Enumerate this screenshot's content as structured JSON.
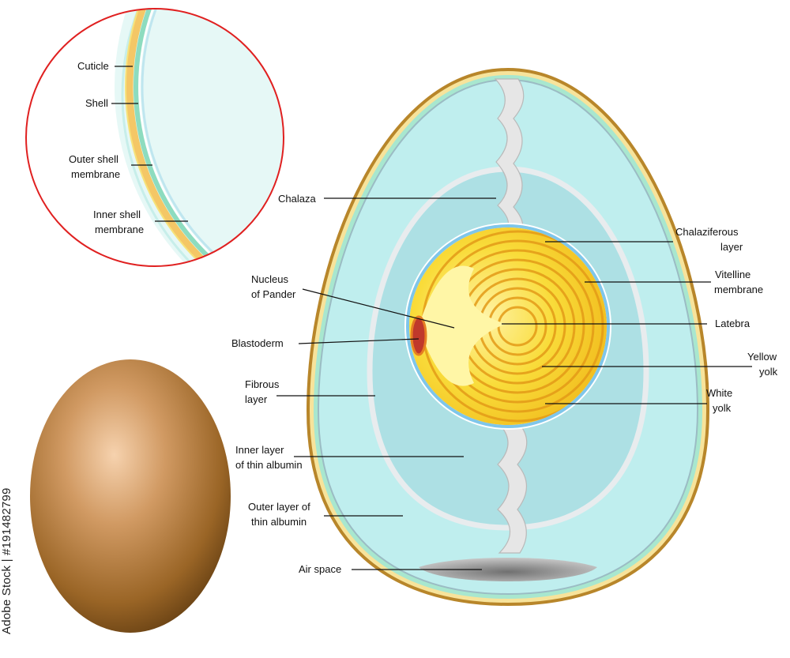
{
  "labels": {
    "cuticle": "Cuticle",
    "shell": "Shell",
    "outer_shell_membrane": [
      "Outer shell",
      "membrane"
    ],
    "inner_shell_membrane": [
      "Inner shell",
      "membrane"
    ],
    "chalaza": "Chalaza",
    "chalaziferous_layer": [
      "Chalaziferous",
      "layer"
    ],
    "vitelline_membrane": [
      "Vitelline",
      "membrane"
    ],
    "nucleus_of_pander": [
      "Nucleus",
      "of Pander"
    ],
    "latebra": "Latebra",
    "blastoderm": "Blastoderm",
    "yellow_yolk": [
      "Yellow",
      "yolk"
    ],
    "fibrous_layer": [
      "Fibrous",
      "layer"
    ],
    "white_yolk": [
      "White",
      "yolk"
    ],
    "inner_thin_albumin": [
      "Inner layer",
      "of thin albumin"
    ],
    "outer_thin_albumin": [
      "Outer layer of",
      "thin albumin"
    ],
    "air_space": "Air space"
  },
  "watermark": "Adobe Stock | #191482799",
  "colors": {
    "shell": "#c8962a",
    "cuticle": "#f2c24a",
    "outer_membrane": "#7fd9b8",
    "albumin": "#bfeeee",
    "yolk": "#f7d21f",
    "vitelline": "#7fc6ea",
    "blastoderm": "#c0392b",
    "detail_circle_border": "#e02020",
    "egg_brown": "#9a6526"
  }
}
